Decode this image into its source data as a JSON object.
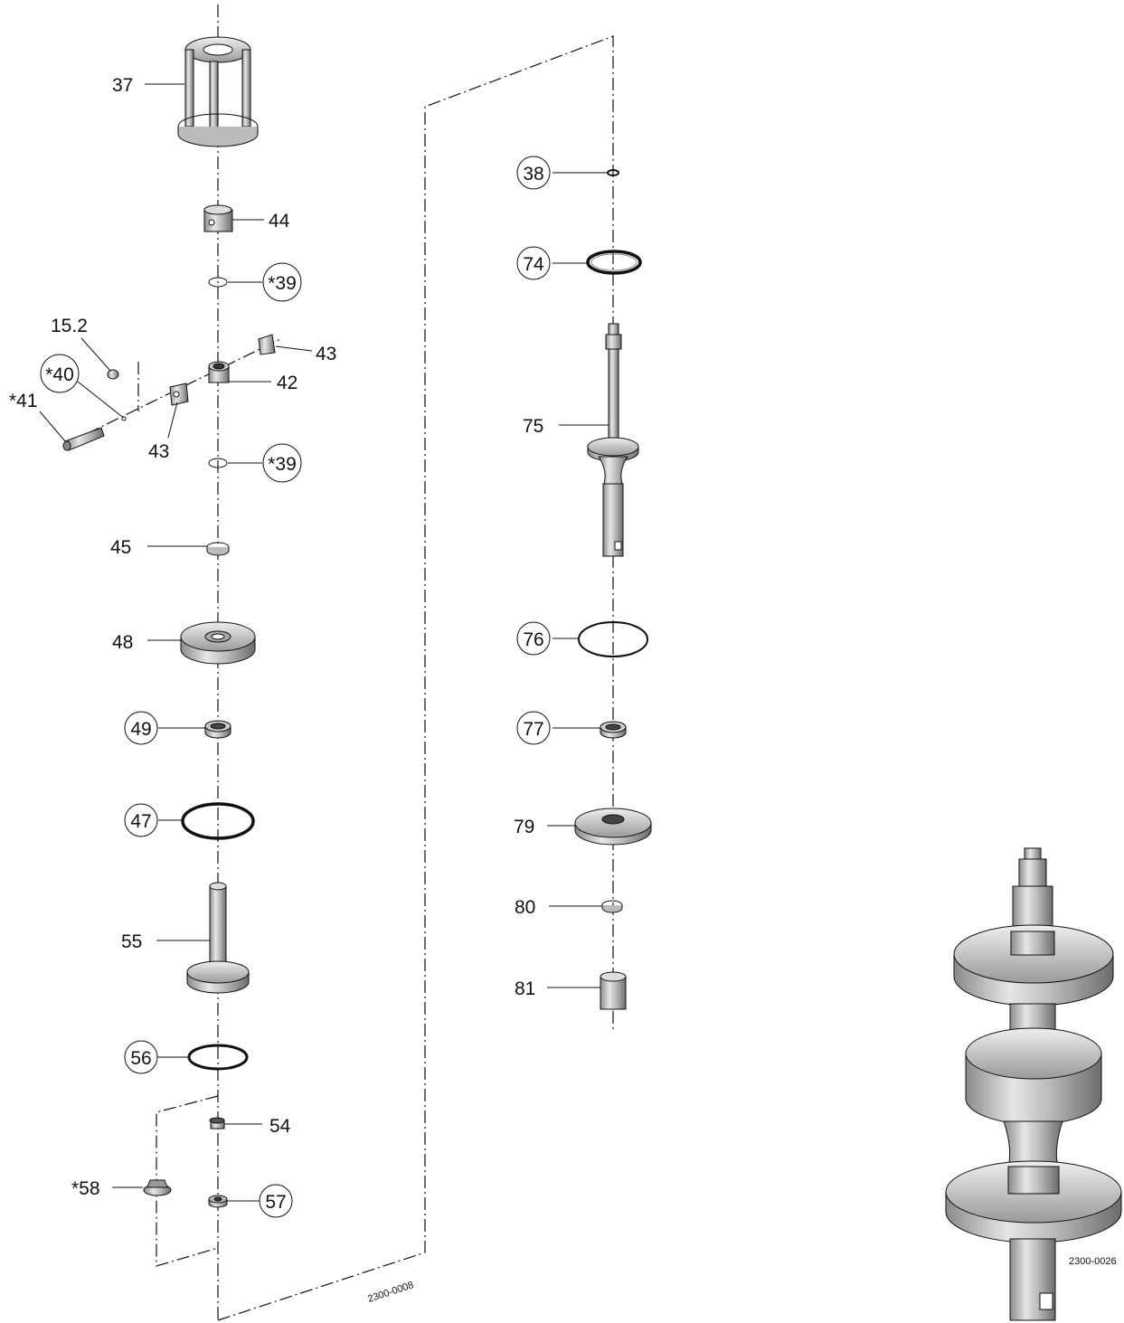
{
  "diagram": {
    "figure_codes": {
      "main": "2300-0008",
      "detail": "2300-0026"
    },
    "left_column": [
      {
        "id": "p37",
        "label": "37",
        "circled": false
      },
      {
        "id": "p44",
        "label": "44",
        "circled": false
      },
      {
        "id": "p39a",
        "label": "*39",
        "circled": true
      },
      {
        "id": "p15_2",
        "label": "15.2",
        "circled": false
      },
      {
        "id": "p43a",
        "label": "43",
        "circled": false
      },
      {
        "id": "p40",
        "label": "*40",
        "circled": true
      },
      {
        "id": "p42",
        "label": "42",
        "circled": false
      },
      {
        "id": "p41",
        "label": "*41",
        "circled": false
      },
      {
        "id": "p43b",
        "label": "43",
        "circled": false
      },
      {
        "id": "p39b",
        "label": "*39",
        "circled": true
      },
      {
        "id": "p45",
        "label": "45",
        "circled": false
      },
      {
        "id": "p48",
        "label": "48",
        "circled": false
      },
      {
        "id": "p49",
        "label": "49",
        "circled": true
      },
      {
        "id": "p47",
        "label": "47",
        "circled": true
      },
      {
        "id": "p55",
        "label": "55",
        "circled": false
      },
      {
        "id": "p56",
        "label": "56",
        "circled": true
      },
      {
        "id": "p54",
        "label": "54",
        "circled": false
      },
      {
        "id": "p58",
        "label": "*58",
        "circled": false
      },
      {
        "id": "p57",
        "label": "57",
        "circled": true
      }
    ],
    "right_column": [
      {
        "id": "p38",
        "label": "38",
        "circled": true
      },
      {
        "id": "p74",
        "label": "74",
        "circled": true
      },
      {
        "id": "p75",
        "label": "75",
        "circled": false
      },
      {
        "id": "p76",
        "label": "76",
        "circled": true
      },
      {
        "id": "p77",
        "label": "77",
        "circled": true
      },
      {
        "id": "p79",
        "label": "79",
        "circled": false
      },
      {
        "id": "p80",
        "label": "80",
        "circled": false
      },
      {
        "id": "p81",
        "label": "81",
        "circled": false
      }
    ]
  }
}
